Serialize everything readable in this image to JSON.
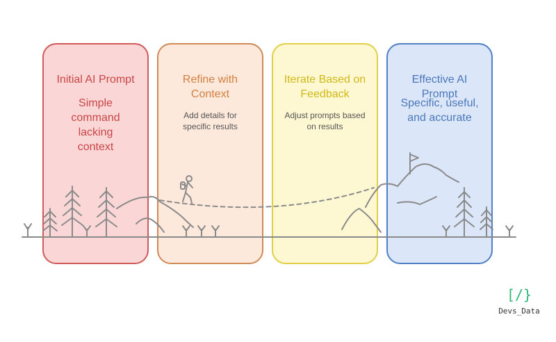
{
  "steps": [
    {
      "title": "Initial AI Prompt",
      "description": "Simple command lacking context"
    },
    {
      "title": "Refine with Context",
      "description": "Add details for specific results"
    },
    {
      "title": "Iterate Based on Feedback",
      "description": "Adjust prompts based on results"
    },
    {
      "title": "Effective AI Prompt",
      "description": "Specific, useful, and accurate"
    }
  ],
  "logo": {
    "mark": "[/}",
    "text": "Devs_Data"
  },
  "colors": {
    "step1": "#d05a5a",
    "step2": "#cf8a57",
    "step3": "#e2cf46",
    "step4": "#4f7fc4",
    "brand": "#2bb673",
    "scenery": "#8a8a8a"
  }
}
